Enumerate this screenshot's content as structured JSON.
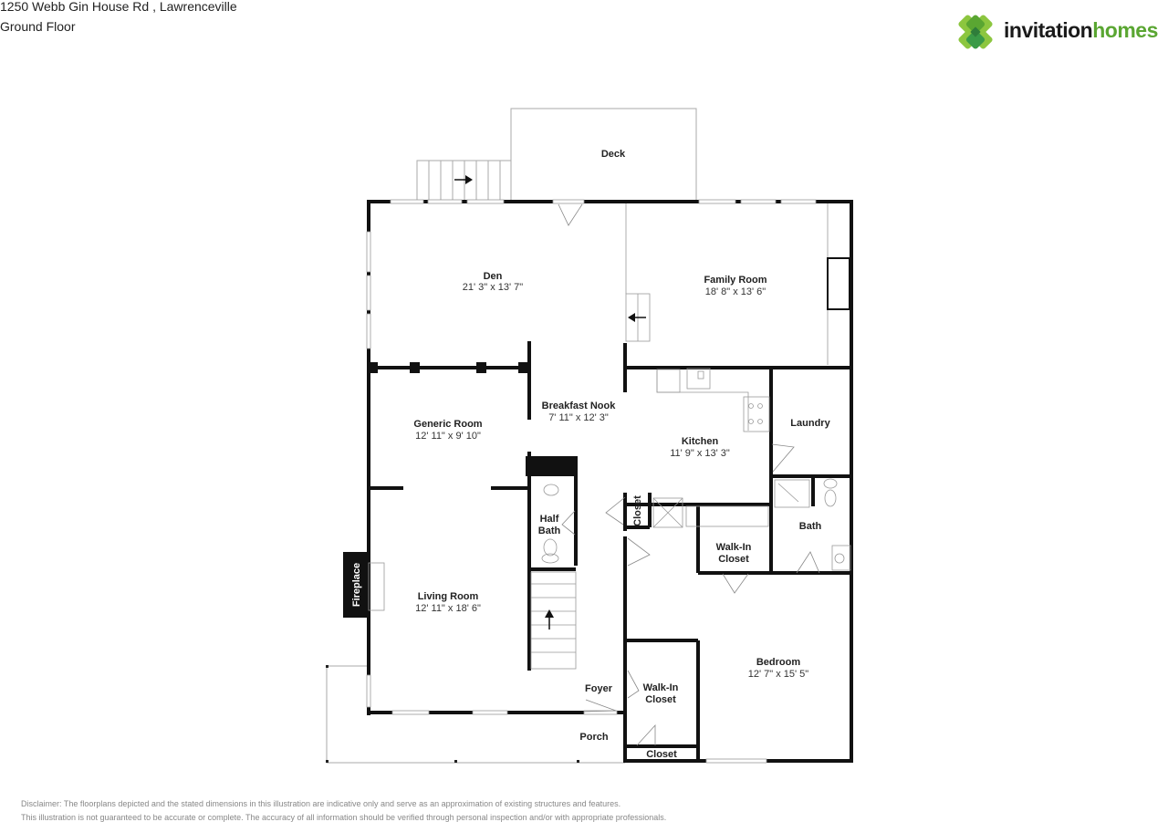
{
  "header": {
    "address": "1250 Webb Gin House Rd , Lawrenceville",
    "floor": "Ground Floor"
  },
  "logo": {
    "word1": "invitation",
    "word2": "homes",
    "colors": {
      "dark": "#1a1a1a",
      "green": "#5aa632",
      "leaf_light": "#8cc63f",
      "leaf_dark": "#3a9a47"
    }
  },
  "rooms": {
    "deck": {
      "name": "Deck"
    },
    "den": {
      "name": "Den",
      "dims": "21' 3\" x 13' 7\""
    },
    "family_room": {
      "name": "Family Room",
      "dims": "18' 8\" x 13' 6\""
    },
    "breakfast_nook": {
      "name": "Breakfast Nook",
      "dims": "7' 11\" x 12' 3\""
    },
    "generic_room": {
      "name": "Generic Room",
      "dims": "12' 11\" x 9' 10\""
    },
    "kitchen": {
      "name": "Kitchen",
      "dims": "11' 9\" x 13' 3\""
    },
    "laundry": {
      "name": "Laundry"
    },
    "half_bath": {
      "name_line1": "Half",
      "name_line2": "Bath"
    },
    "closet_kitchen": {
      "name": "Closet"
    },
    "bath": {
      "name": "Bath"
    },
    "walkin_closet_upper": {
      "name_line1": "Walk-In",
      "name_line2": "Closet"
    },
    "fireplace": {
      "name": "Fireplace"
    },
    "living_room": {
      "name": "Living Room",
      "dims": "12' 11\" x 18' 6\""
    },
    "bedroom": {
      "name": "Bedroom",
      "dims": "12' 7\" x 15' 5\""
    },
    "foyer": {
      "name": "Foyer"
    },
    "walkin_closet_lower": {
      "name_line1": "Walk-In",
      "name_line2": "Closet"
    },
    "porch": {
      "name": "Porch"
    },
    "closet_bottom": {
      "name": "Closet"
    }
  },
  "disclaimer": {
    "line1": "Disclaimer: The floorplans depicted and the stated dimensions in this illustration are indicative only and serve as an approximation of existing structures and features.",
    "line2": "This illustration is not guaranteed to be accurate or complete. The accuracy of all information should be verified through personal inspection and/or with appropriate professionals."
  }
}
